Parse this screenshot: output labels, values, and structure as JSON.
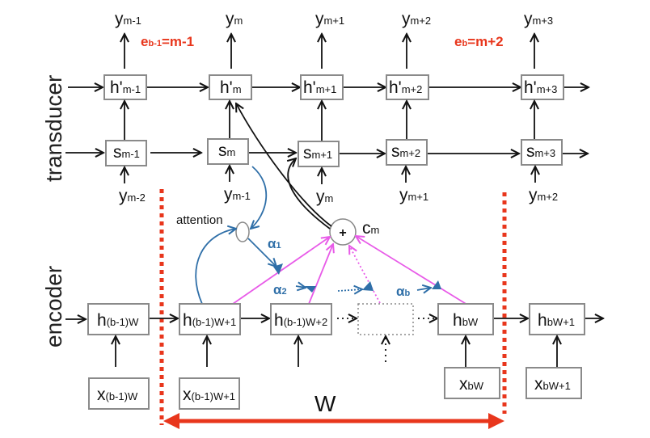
{
  "side_labels": {
    "transducer": "transducer",
    "encoder": "encoder"
  },
  "top_outputs": [
    {
      "base": "y",
      "sub": "m-1"
    },
    {
      "base": "y",
      "sub": "m"
    },
    {
      "base": "y",
      "sub": "m+1"
    },
    {
      "base": "y",
      "sub": "m+2"
    },
    {
      "base": "y",
      "sub": "m+3"
    }
  ],
  "h_prime_nodes": [
    {
      "base": "h'",
      "sub": "m-1"
    },
    {
      "base": "h'",
      "sub": "m"
    },
    {
      "base": "h'",
      "sub": "m+1"
    },
    {
      "base": "h'",
      "sub": "m+2"
    },
    {
      "base": "h'",
      "sub": "m+3"
    }
  ],
  "s_nodes": [
    {
      "base": "s",
      "sub": "m-1"
    },
    {
      "base": "s",
      "sub": "m"
    },
    {
      "base": "s",
      "sub": "m+1"
    },
    {
      "base": "s",
      "sub": "m+2"
    },
    {
      "base": "s",
      "sub": "m+3"
    }
  ],
  "s_inputs": [
    {
      "base": "y",
      "sub": "m-2"
    },
    {
      "base": "y",
      "sub": "m-1"
    },
    {
      "base": "y",
      "sub": "m"
    },
    {
      "base": "y",
      "sub": "m+1"
    },
    {
      "base": "y",
      "sub": "m+2"
    }
  ],
  "block_ends": [
    {
      "base": "e",
      "sub": "b-1",
      "rest": "=m-1"
    },
    {
      "base": "e",
      "sub": "b",
      "rest": "=m+2"
    }
  ],
  "attention": {
    "label": "attention",
    "sum_symbol": "+",
    "context": {
      "base": "c",
      "sub": "m"
    }
  },
  "weights": [
    {
      "base": "α",
      "sub": "1"
    },
    {
      "base": "α",
      "sub": "2"
    },
    {
      "base": "α",
      "sub": "b"
    }
  ],
  "encoder_nodes": [
    {
      "base": "h",
      "sub": "(b-1)W"
    },
    {
      "base": "h",
      "sub": "(b-1)W+1"
    },
    {
      "base": "h",
      "sub": "(b-1)W+2"
    },
    {
      "base": "",
      "sub": ""
    },
    {
      "base": "h",
      "sub": "bW"
    },
    {
      "base": "h",
      "sub": "bW+1"
    }
  ],
  "encoder_inputs": [
    {
      "base": "x",
      "sub": "(b-1)W"
    },
    {
      "base": "x",
      "sub": "(b-1)W+1"
    },
    {
      "base": "x",
      "sub": "bW"
    },
    {
      "base": "x",
      "sub": "bW+1"
    }
  ],
  "window": {
    "label": "W"
  },
  "colors": {
    "red": "#e8361c",
    "blue": "#2f6fa8",
    "magenta": "#e85be8",
    "box_border": "#8a8a8a"
  }
}
